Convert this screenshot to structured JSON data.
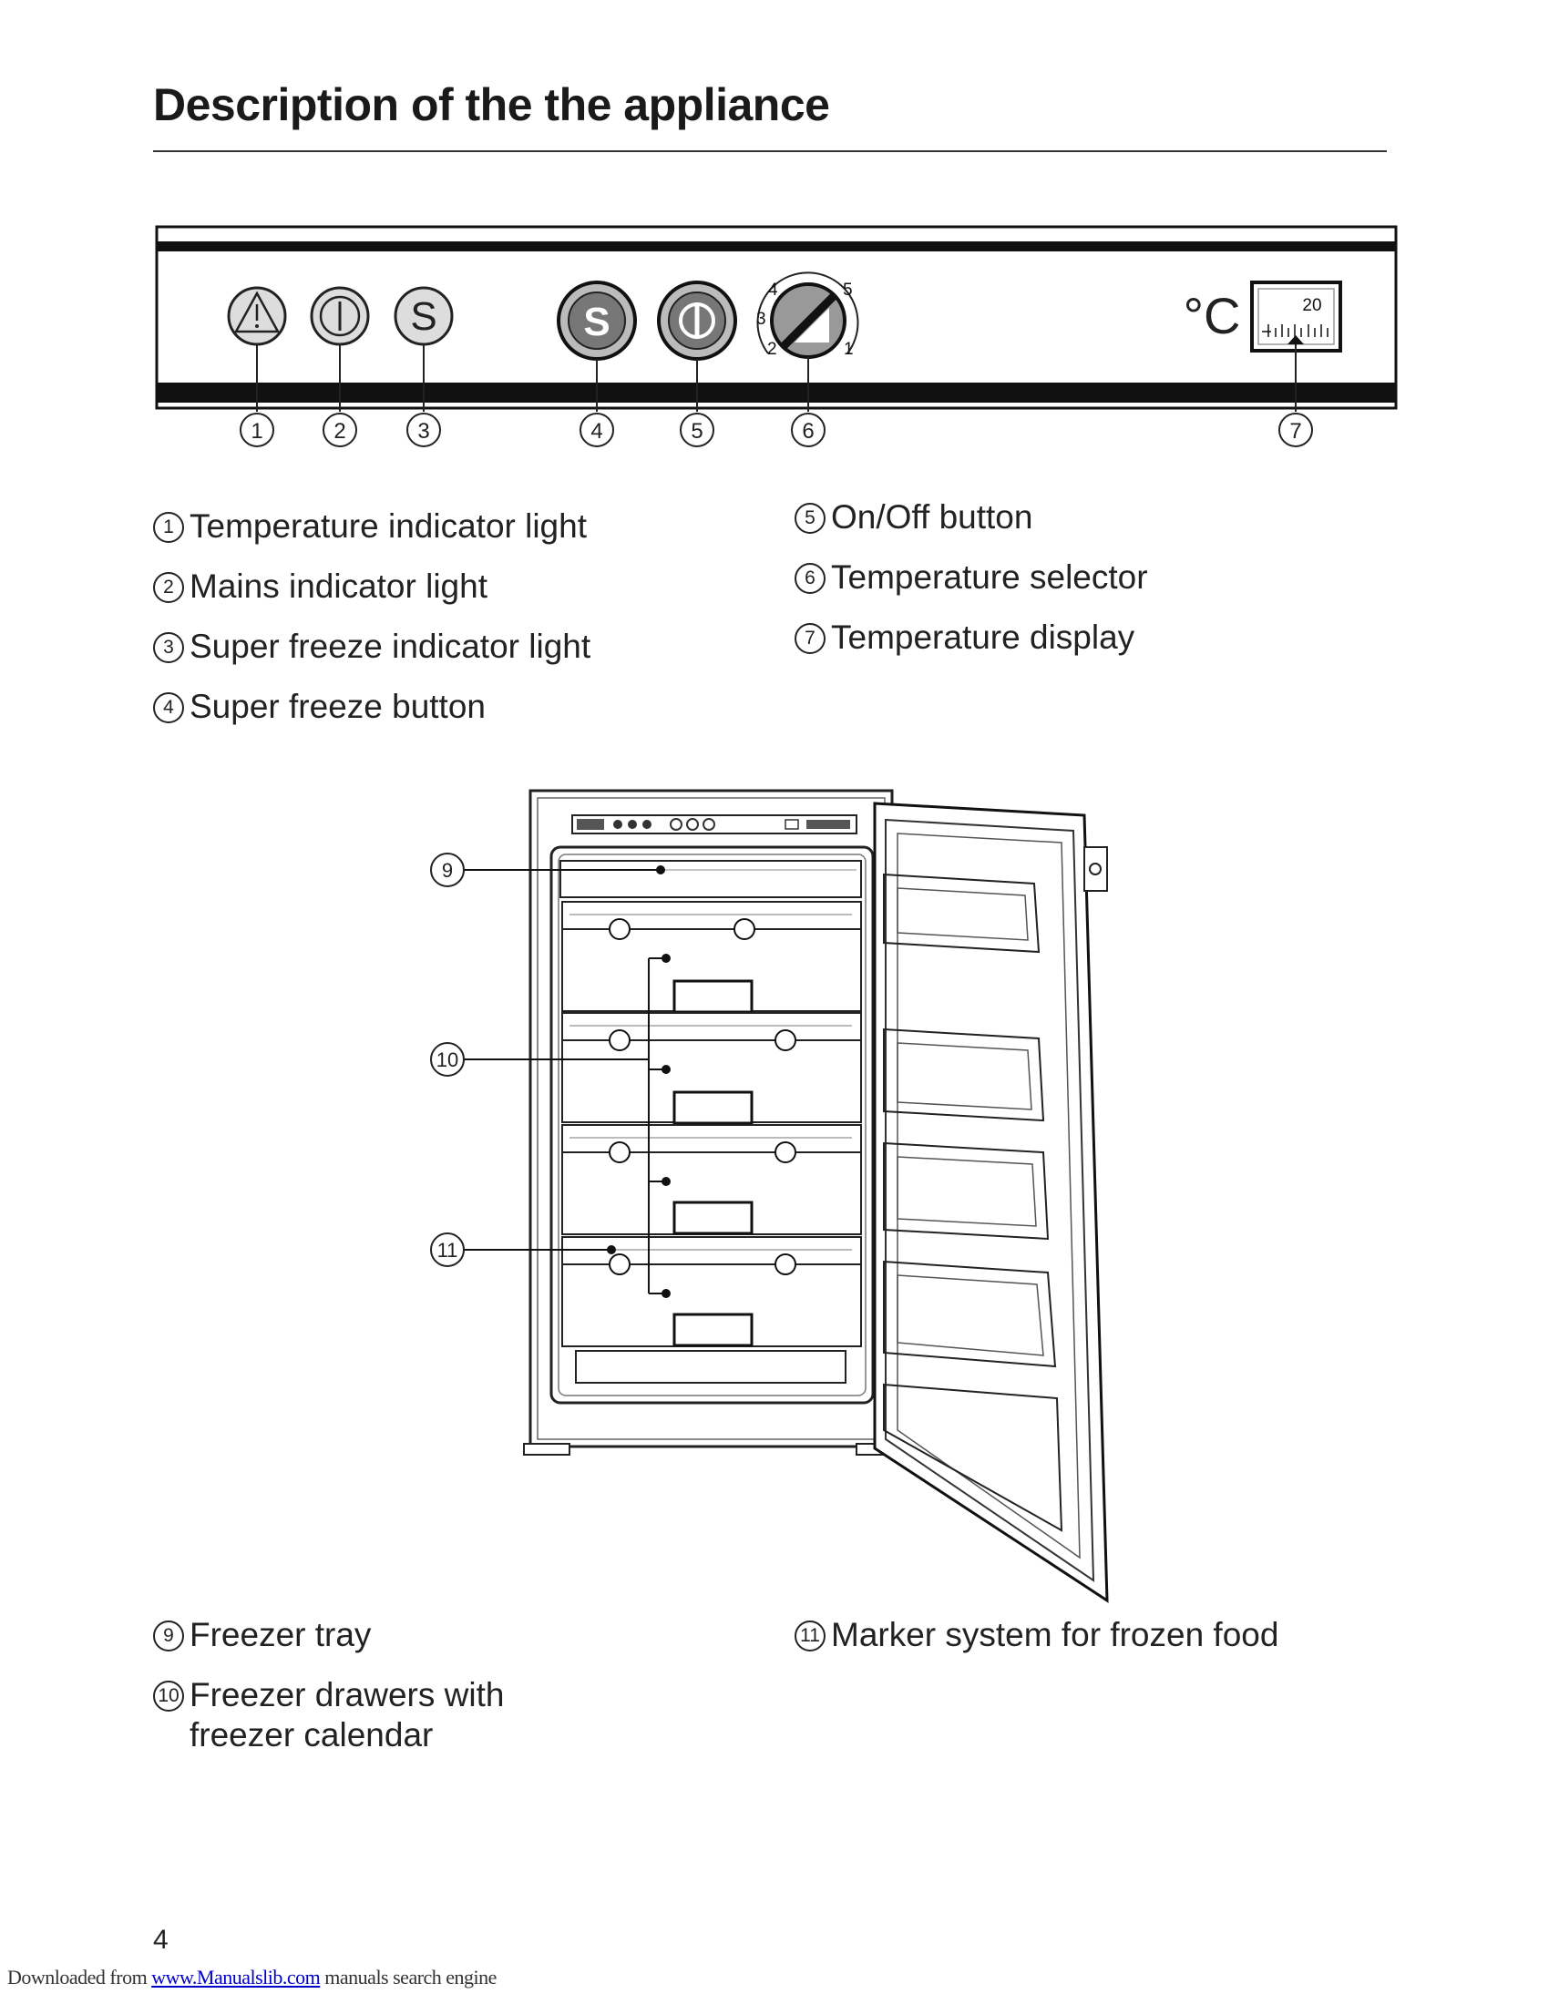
{
  "page": {
    "title": "Description of the the appliance",
    "page_number": "4"
  },
  "control_panel": {
    "callout_numbers": [
      "1",
      "2",
      "3",
      "4",
      "5",
      "6",
      "7"
    ],
    "super_freeze_light_letter": "S",
    "super_freeze_button_letter": "S",
    "selector_scale": [
      "1",
      "2",
      "3",
      "4",
      "5"
    ],
    "display_unit": "°C",
    "display_reading": "20"
  },
  "controls_legend": [
    {
      "num": "1",
      "text": "Temperature indicator light"
    },
    {
      "num": "2",
      "text": "Mains indicator light"
    },
    {
      "num": "3",
      "text": "Super freeze indicator light"
    },
    {
      "num": "4",
      "text": "Super freeze button"
    },
    {
      "num": "5",
      "text": "On/Off button"
    },
    {
      "num": "6",
      "text": "Temperature selector"
    },
    {
      "num": "7",
      "text": "Temperature display"
    }
  ],
  "appliance_figure": {
    "callout_numbers": [
      "9",
      "10",
      "11"
    ]
  },
  "appliance_legend": [
    {
      "num": "9",
      "text": "Freezer tray"
    },
    {
      "num": "10",
      "text": "Freezer drawers with\nfreezer calendar"
    },
    {
      "num": "11",
      "text": "Marker system for frozen food"
    }
  ],
  "footer": {
    "prefix": "Downloaded from",
    "link": "www.Manualslib.com",
    "suffix": "manuals search engine"
  }
}
